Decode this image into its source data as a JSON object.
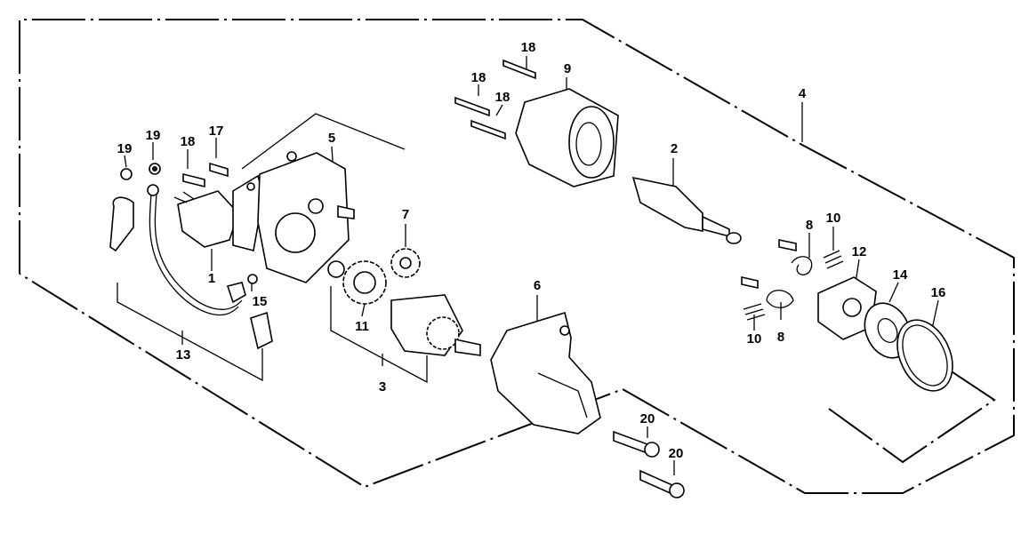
{
  "diagram": {
    "callouts": [
      {
        "id": "c1",
        "text": "1"
      },
      {
        "id": "c2",
        "text": "2"
      },
      {
        "id": "c3",
        "text": "3"
      },
      {
        "id": "c4",
        "text": "4"
      },
      {
        "id": "c5",
        "text": "5"
      },
      {
        "id": "c6",
        "text": "6"
      },
      {
        "id": "c7",
        "text": "7"
      },
      {
        "id": "c8a",
        "text": "8"
      },
      {
        "id": "c8b",
        "text": "8"
      },
      {
        "id": "c9",
        "text": "9"
      },
      {
        "id": "c10a",
        "text": "10"
      },
      {
        "id": "c10b",
        "text": "10"
      },
      {
        "id": "c11",
        "text": "11"
      },
      {
        "id": "c12",
        "text": "12"
      },
      {
        "id": "c13",
        "text": "13"
      },
      {
        "id": "c14",
        "text": "14"
      },
      {
        "id": "c15",
        "text": "15"
      },
      {
        "id": "c16",
        "text": "16"
      },
      {
        "id": "c17",
        "text": "17"
      },
      {
        "id": "c18a",
        "text": "18"
      },
      {
        "id": "c18b",
        "text": "18"
      },
      {
        "id": "c18c",
        "text": "18"
      },
      {
        "id": "c18d",
        "text": "18"
      },
      {
        "id": "c19a",
        "text": "19"
      },
      {
        "id": "c19b",
        "text": "19"
      },
      {
        "id": "c20a",
        "text": "20"
      },
      {
        "id": "c20b",
        "text": "20"
      }
    ]
  }
}
